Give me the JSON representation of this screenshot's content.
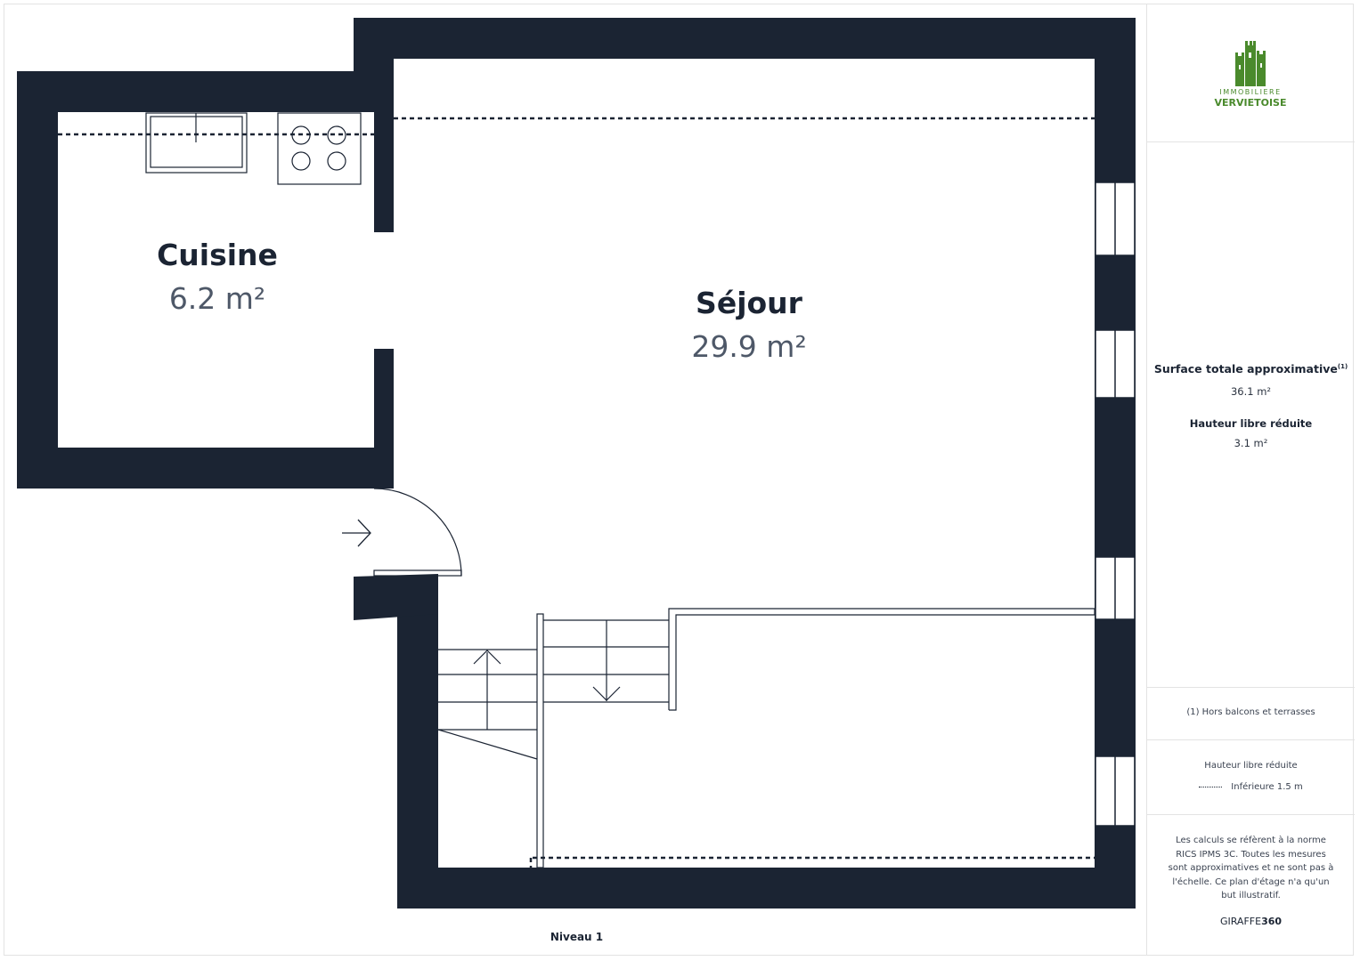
{
  "rooms": {
    "kitchen": {
      "name": "Cuisine",
      "area": "6.2 m²"
    },
    "living": {
      "name": "Séjour",
      "area": "29.9 m²"
    }
  },
  "level_label": "Niveau 1",
  "logo": {
    "line1": "IMMOBILIERE",
    "line2": "VERVIETOISE",
    "icon": "castle-tower-icon",
    "color": "#4a8a2c"
  },
  "summary": {
    "total_label": "Surface totale approximative",
    "total_note_marker": "(1)",
    "total_value": "36.1 m²",
    "reduced_label": "Hauteur libre réduite",
    "reduced_value": "3.1 m²"
  },
  "footnote": "(1) Hors balcons et terrasses",
  "legend": {
    "title": "Hauteur libre réduite",
    "item_label": "Inférieure 1.5 m"
  },
  "disclaimer": "Les calculs se réfèrent à la norme RICS IPMS 3C. Toutes les mesures sont approximatives et ne sont pas à l'échelle. Ce plan d'étage n'a qu'un but illustratif.",
  "brand": {
    "prefix": "GIRAFFE",
    "suffix": "360"
  },
  "colors": {
    "wall": "#1b2433",
    "text_area": "#4e5868",
    "brand_green": "#4a8a2c"
  }
}
